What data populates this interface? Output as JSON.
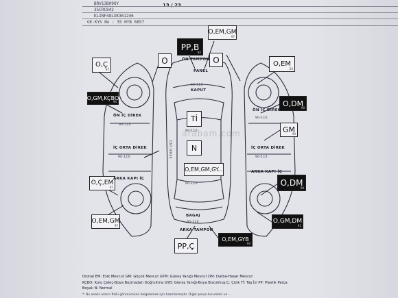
{
  "header": {
    "line1": "BRV13B09UY",
    "line2": "35CRC842",
    "line3": "KLINF48LXK361246",
    "line4": "GE-KYS No : 35 HYB 6857",
    "page": "13 / 23"
  },
  "boxes": {
    "top_pp_b": {
      "text": "PP,B",
      "tag": "92"
    },
    "top_o_em_gm": {
      "text": "O,EM,GM",
      "tag": "97"
    },
    "top_o_left": {
      "text": "O"
    },
    "top_o_right": {
      "text": "O"
    },
    "left_o_c": {
      "text": "O,Ç",
      "tag": "97"
    },
    "left_o_gm_kcbo": {
      "text": "O,GM,KÇBO",
      "tag": "94"
    },
    "left_o_c_em": {
      "text": "O,Ç,EM",
      "tag": "97"
    },
    "left_o_em_gm": {
      "text": "O,EM,GM",
      "tag": "97"
    },
    "center_ti": {
      "text": "Tİ"
    },
    "center_n": {
      "text": "N"
    },
    "center_o_em_gm_gy": {
      "text": "O,EM,GM,GY..."
    },
    "right_o_em": {
      "text": "O,EM",
      "tag": "20"
    },
    "right_o_dm": {
      "text": "O,DM",
      "tag": "90"
    },
    "right_gm": {
      "text": "GM",
      "tag": "90"
    },
    "right_o_dm2": {
      "text": "O,DM",
      "tag": "90"
    },
    "right_o_gm_dm": {
      "text": "O,GM,DM",
      "tag": "91"
    },
    "bottom_pp_c": {
      "text": "PP,Ç"
    },
    "bottom_o_em_gyb": {
      "text": "O,EM,GYB",
      "tag": "94"
    }
  },
  "labels": {
    "on_tampon": "ÖN TAMPON",
    "panel": "PANEL",
    "kaput": "KAPUT",
    "kaput_range": "90-110",
    "on_ic_direk_left": "ÖN İÇ DİREK",
    "on_ic_direk_right": "ÖN İÇ DİREK",
    "ic_orta_direk_left": "İÇ ORTA DİREK",
    "ic_orta_direk_right": "İÇ ORTA DİREK",
    "arka_kapi_left": "ARKA KAPI İÇ",
    "arka_kapi_right": "ARKA KAPI İÇ",
    "range_l1": "90-110",
    "range_l2": "90-110",
    "range_r1": "90-110",
    "range_r2": "90-110",
    "range_c1": "90-110",
    "range_c2": "90-110",
    "bagaj": "BAGAJ",
    "bagaj_range": "90-110",
    "arka_tampon": "ARKA TAMPON",
    "mid_strip": "ÜST DİREK",
    "watermark": "arabam.com"
  },
  "legend": {
    "line1_key": "Orjinal EM:",
    "line1": "Orjinal EM: Esik Mevcut GM: Göçük Mevcut GYM: Güneş Yanığı Mevcut DM: Darbe-Hasar Mevcut",
    "line2": "KÇBO: Kuru Çekiç-Boya Bozmadan Doğrultma GYB: Güneş Yanığı-Boya Bozulmuş Ç: Çizik Tİ: Taş İzi PP: Plastik Parça",
    "line3": "Boyalı N: Normal",
    "footnote": "*: Bu analiz aracın fiziki görünümünü belgelemek için hazırlanmıştır. Diğer parça durumları ve ..."
  }
}
